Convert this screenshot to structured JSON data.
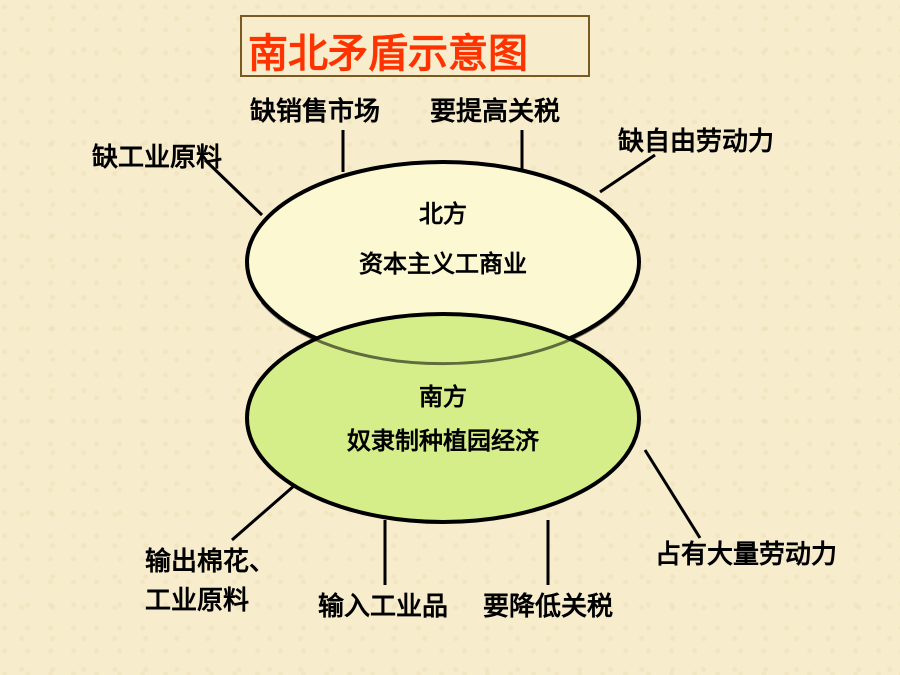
{
  "title": "南北矛盾示意图",
  "north": {
    "name": "北方",
    "economy": "资本主义工商业"
  },
  "south": {
    "name": "南方",
    "economy": "奴隶制种植园经济"
  },
  "north_needs": {
    "raw_materials": "缺工业原料",
    "markets": "缺销售市场",
    "tariff": "要提高关税",
    "labor": "缺自由劳动力"
  },
  "south_traits": {
    "export_line1": "输出棉花、",
    "export_line2": "工业原料",
    "import": "输入工业品",
    "tariff": "要降低关税",
    "labor": "占有大量劳动力"
  },
  "colors": {
    "title": "#ff3300",
    "north_fill": "#fbf8d2",
    "south_fill": "#d6ee8a",
    "background": "#f7eccb"
  }
}
